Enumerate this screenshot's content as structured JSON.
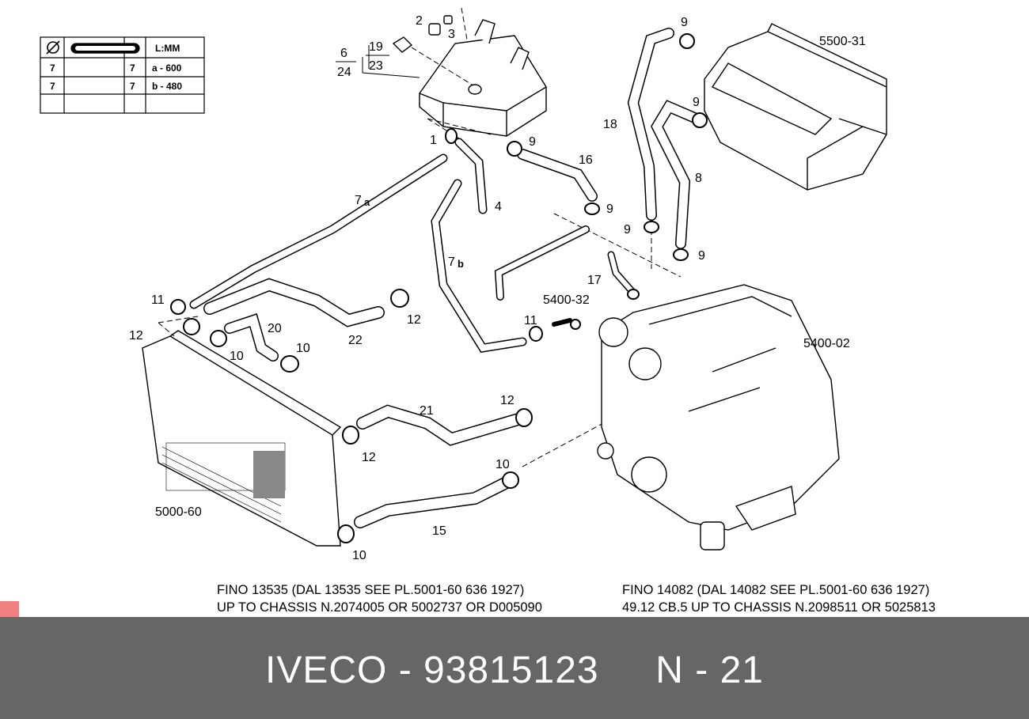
{
  "diagram": {
    "labels": {
      "l2": "2",
      "l3": "3",
      "l6": "6",
      "l24": "24",
      "l19": "19",
      "l23": "23",
      "l1": "1",
      "l9a": "9",
      "l16": "16",
      "l4": "4",
      "l7a": "7",
      "l7a_b": "a",
      "l7b": "7",
      "l7b_b": "b",
      "l9b": "9",
      "l9c": "9",
      "l9d": "9",
      "l9e": "9",
      "l9f": "9",
      "l18": "18",
      "l8": "8",
      "l17": "17",
      "l5400_32": "5400-32",
      "l5500_31": "5500-31",
      "l5400_02": "5400-02",
      "l11a": "11",
      "l12a": "12",
      "l10a": "10",
      "l20": "20",
      "l10b": "10",
      "l22": "22",
      "l12b": "12",
      "l11b": "11",
      "l21": "21",
      "l12c": "12",
      "l12d": "12",
      "l10c": "10",
      "l15": "15",
      "l10d": "10",
      "l5000_60": "5000-60"
    },
    "table": {
      "header_unit": "L:MM",
      "rows": [
        {
          "ref": "7",
          "qty": "7",
          "length": "a - 600"
        },
        {
          "ref": "7",
          "qty": "7",
          "length": "b - 480"
        }
      ]
    }
  },
  "notes": {
    "left_line1": "FINO 13535 (DAL 13535 SEE PL.5001-60 636 1927)",
    "left_line2": "UP TO CHASSIS N.2074005 OR 5002737 OR D005090",
    "right_line1": "FINO 14082 (DAL 14082 SEE PL.5001-60 636 1927)",
    "right_line2": "49.12 CB.5 UP TO CHASSIS N.2098511 OR 5025813"
  },
  "footer": {
    "text": "IVECO - 93815123     N - 21"
  },
  "colors": {
    "footer_bg": "#666666",
    "footer_text": "#ffffff",
    "corner_mark": "#f08080"
  }
}
